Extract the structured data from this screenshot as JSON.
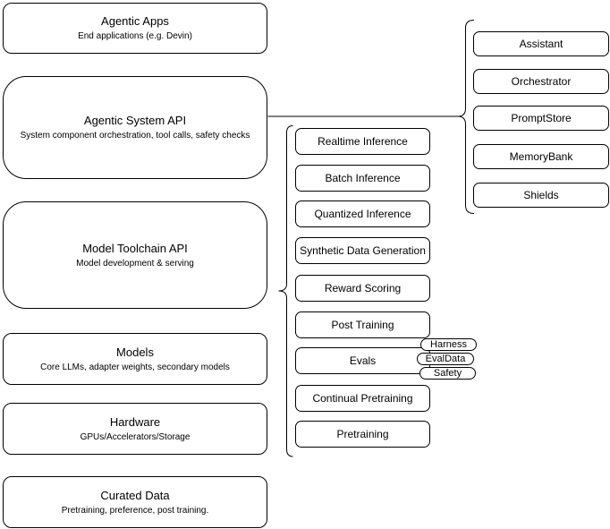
{
  "diagram": {
    "left_stack": [
      {
        "title": "Agentic Apps",
        "subtitle": "End applications (e.g. Devin)"
      },
      {
        "title": "Agentic System API",
        "subtitle": "System component orchestration, tool calls, safety checks"
      },
      {
        "title": "Model Toolchain API",
        "subtitle": "Model development & serving"
      },
      {
        "title": "Models",
        "subtitle": "Core LLMs, adapter weights, secondary models"
      },
      {
        "title": "Hardware",
        "subtitle": "GPUs/Accelerators/Storage"
      },
      {
        "title": "Curated Data",
        "subtitle": "Pretraining, preference, post training."
      }
    ],
    "toolchain_items": [
      "Realtime Inference",
      "Batch Inference",
      "Quantized Inference",
      "Synthetic Data Generation",
      "Reward Scoring",
      "Post Training",
      "Evals",
      "Continual Pretraining",
      "Pretraining"
    ],
    "eval_tags": [
      "Harness",
      "EvalData",
      "Safety"
    ],
    "system_components": [
      "Assistant",
      "Orchestrator",
      "PromptStore",
      "MemoryBank",
      "Shields"
    ],
    "colors": {
      "background": "#ffffff",
      "node_fill": "#ffffff",
      "stroke": "#000000",
      "text": "#000000"
    }
  }
}
